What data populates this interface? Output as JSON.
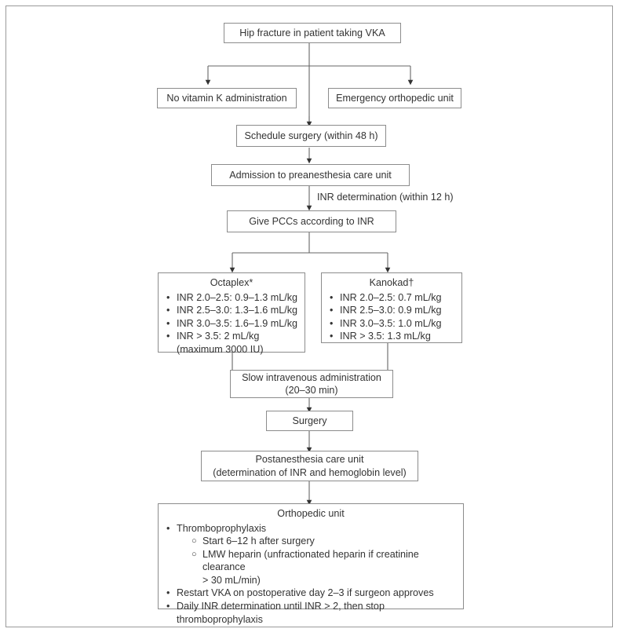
{
  "figure": {
    "type": "clinical-flowchart",
    "title": "Management algorithm for hip fracture in patients taking vitamin K antagonists"
  },
  "nodes": {
    "start": {
      "label": "Hip fracture in patient taking VKA"
    },
    "no_vit_k": {
      "label": "No vitamin K administration"
    },
    "emergency": {
      "label": "Emergency orthopedic unit"
    },
    "schedule": {
      "label": "Schedule surgery (within 48 h)"
    },
    "admission": {
      "label": "Admission to preanesthesia care unit"
    },
    "give_pcc": {
      "label": "Give PCCs according to INR"
    },
    "octaplex": {
      "title": "Octaplex*",
      "items": [
        "INR 2.0–2.5: 0.9–1.3 mL/kg",
        "INR 2.5–3.0: 1.3–1.6 mL/kg",
        "INR 3.0–3.5: 1.6–1.9 mL/kg",
        "INR > 3.5: 2 mL/kg"
      ],
      "note": "(maximum 3000 IU)"
    },
    "kanokad": {
      "title": "Kanokad†",
      "items": [
        "INR 2.0–2.5: 0.7 mL/kg",
        "INR 2.5–3.0: 0.9 mL/kg",
        "INR 3.0–3.5: 1.0 mL/kg",
        "INR > 3.5: 1.3 mL/kg"
      ]
    },
    "slow_iv": {
      "line1": "Slow intravenous administration",
      "line2": "(20–30 min)"
    },
    "surgery": {
      "label": "Surgery"
    },
    "postanesthesia": {
      "line1": "Postanesthesia care unit",
      "line2": "(determination of INR and hemoglobin level)"
    },
    "orthopedic": {
      "title": "Orthopedic unit",
      "items": [
        {
          "text": "Thromboprophylaxis",
          "sub": [
            "Start 6–12 h after surgery",
            "LMW heparin (unfractionated heparin if creatinine clearance"
          ],
          "sub_cont": "> 30 mL/min)"
        },
        {
          "text": "Restart VKA on postoperative day 2–3 if surgeon approves"
        },
        {
          "text": "Daily INR determination until INR > 2, then stop",
          "cont": "thromboprophylaxis"
        }
      ]
    }
  },
  "labels": {
    "inr_determination": "INR determination (within 12 h)"
  },
  "bullets": {
    "level1": "•",
    "level2": "○"
  },
  "colors": {
    "border": "#8c8c8c",
    "frame": "#9a9a9a",
    "text": "#333333",
    "connector": "#555555",
    "background": "#ffffff"
  }
}
